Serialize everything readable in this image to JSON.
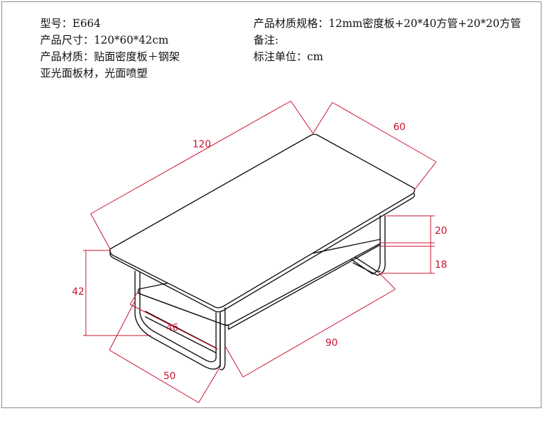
{
  "specs": {
    "model": "型号：E664",
    "size": "产品尺寸：120*60*42cm",
    "material": "产品材质：贴面密度板＋钢架",
    "finish": "亚光面板材，光面喷塑",
    "spec_detail": "产品材质规格：12mm密度板+20*40方管+20*20方管",
    "remarks": "备注:",
    "unit": "标注单位：cm"
  },
  "dimensions": {
    "length": "120",
    "width": "60",
    "height": "42",
    "inner_depth": "46",
    "base_depth": "50",
    "base_length": "90",
    "upper_gap": "20",
    "lower_gap": "18"
  },
  "colors": {
    "dimension_line": "#c8102e",
    "outline": "#111111"
  }
}
